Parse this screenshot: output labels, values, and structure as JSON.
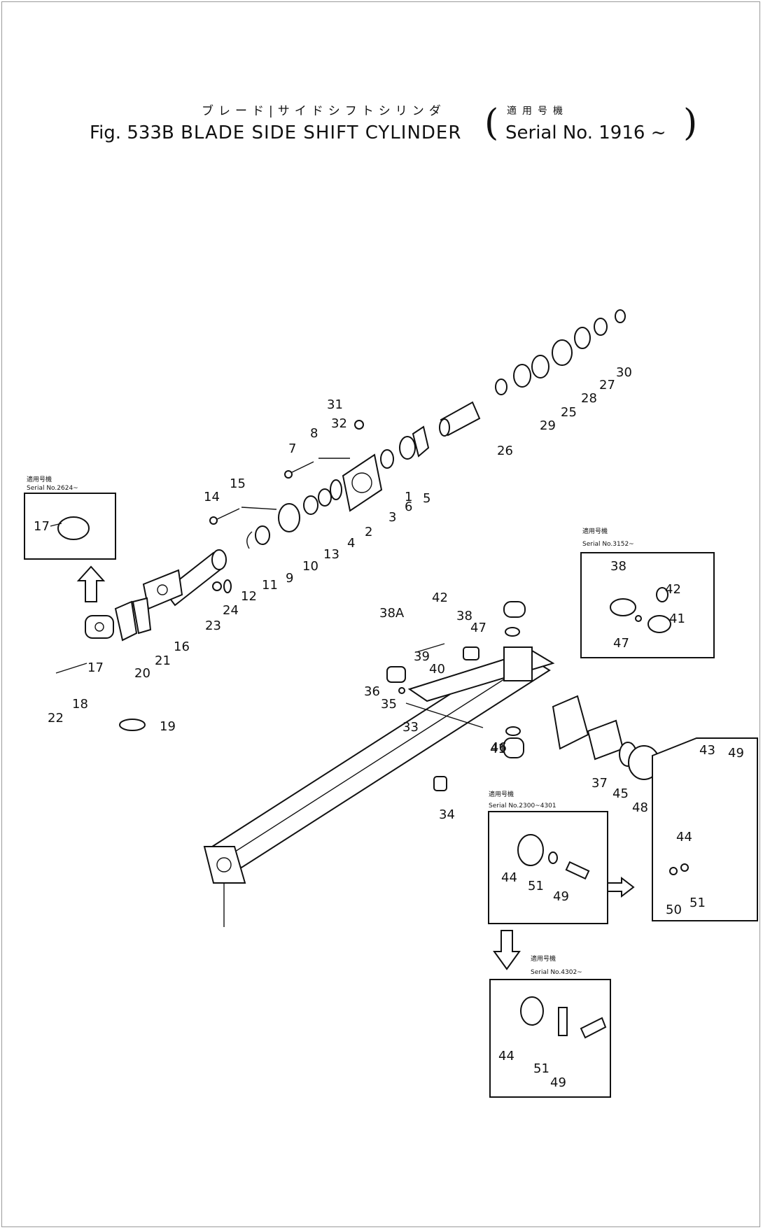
{
  "title": {
    "figure_label": "Fig. 533B",
    "japanese": "ブレード|サイドシフトシリンダ",
    "english": "BLADE SIDE SHIFT CYLINDER",
    "serial_japanese": "適用号機",
    "serial_text": "Serial No. 1916 ~"
  },
  "insets": {
    "left_top": {
      "caption_jp": "適用号機",
      "caption": "Serial No.2624~",
      "parts": [
        "17"
      ]
    },
    "right_top": {
      "caption_jp": "適用号機",
      "caption": "Serial No.3152~",
      "parts": [
        "38",
        "42",
        "47",
        "41"
      ]
    },
    "right_mid": {
      "caption_jp": "適用号機",
      "caption": "Serial No.2300~4301",
      "parts": [
        "44",
        "51",
        "49"
      ]
    },
    "right_bottom": {
      "caption_jp": "適用号機",
      "caption": "Serial No.4302~",
      "parts": [
        "44",
        "51",
        "49"
      ]
    },
    "right_side": {
      "parts": [
        "49",
        "43",
        "44",
        "50",
        "51"
      ]
    }
  },
  "part_labels": [
    "1",
    "2",
    "3",
    "4",
    "5",
    "6",
    "7",
    "8",
    "9",
    "10",
    "11",
    "12",
    "13",
    "14",
    "15",
    "16",
    "17",
    "18",
    "19",
    "20",
    "21",
    "22",
    "23",
    "24",
    "25",
    "26",
    "27",
    "28",
    "29",
    "30",
    "31",
    "32",
    "33",
    "34",
    "35",
    "36",
    "37",
    "38",
    "38A",
    "39",
    "40",
    "41",
    "42",
    "43",
    "44",
    "45",
    "46",
    "47",
    "48",
    "49",
    "50",
    "51"
  ]
}
